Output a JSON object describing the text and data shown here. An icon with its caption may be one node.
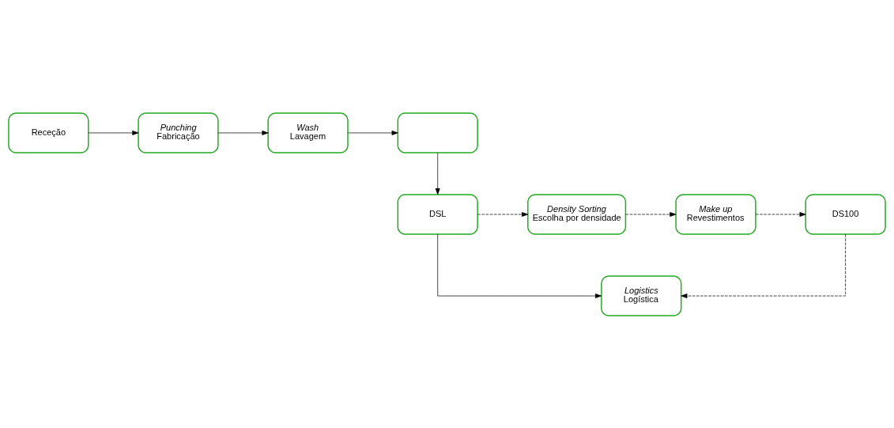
{
  "diagram": {
    "nodes": [
      {
        "text": [
          "Receção"
        ]
      },
      {
        "text": [
          "Punching",
          "Fabricação"
        ]
      },
      {
        "text": [
          "Wash",
          "Lavagem"
        ]
      },
      {
        "text": [],
        "shape": "box"
      },
      {
        "text": [
          "DSL"
        ]
      },
      {
        "text": [
          "Density Sorting",
          "Escolha por densidade"
        ]
      },
      {
        "text": [
          "Make up",
          "Revestimentos"
        ]
      },
      {
        "text": [
          "DS100"
        ]
      },
      {
        "text": [
          "Logistics",
          "Logística"
        ]
      }
    ],
    "edges": [
      {
        "from": 0,
        "to": 1,
        "arrow": "to"
      },
      {
        "from": 1,
        "to": 2,
        "arrow": "to"
      },
      {
        "from": 2,
        "to": 3,
        "arrow": "to"
      },
      {
        "from": 3,
        "to": 4,
        "arrow": "to"
      },
      {
        "from": 4,
        "to": 5,
        "arrow": "to",
        "style": "dashed"
      },
      {
        "from": 5,
        "to": 6,
        "arrow": "to",
        "style": "dashed"
      },
      {
        "from": 6,
        "to": 7,
        "arrow": "to",
        "style": "dashed"
      },
      {
        "from": 7,
        "to": 8,
        "arrow": "to",
        "style": "dashed"
      },
      {
        "from": 4,
        "to": 8,
        "arrow": "to"
      }
    ]
  }
}
